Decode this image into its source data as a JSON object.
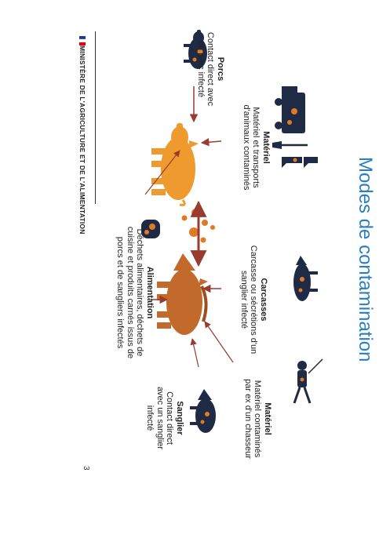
{
  "page": {
    "title": "Modes de contamination",
    "ministry": "MINISTÈRE DE L'AGRICULTURE ET DE L'ALIMENTATION",
    "page_number": "3"
  },
  "blocks": {
    "porcs": {
      "heading": "Porcs",
      "lines": [
        "Contact direct avec",
        "un porc infecté"
      ]
    },
    "materiel1": {
      "heading": "Matériel",
      "lines": [
        "Matériel et transports",
        "d'animaux contaminés"
      ]
    },
    "carcasses": {
      "heading": "Carcasses",
      "lines": [
        "Carcasse ou sécrétions d'un",
        "sanglier infecté"
      ]
    },
    "materiel2": {
      "heading": "Matériel",
      "lines": [
        "Matériel contaminés",
        "par ex d'un chasseur"
      ]
    },
    "sanglier": {
      "heading": "Sanglier",
      "lines": [
        "Contact direct",
        "avec un sanglier",
        "infecté"
      ]
    },
    "alimentation": {
      "heading": "Alimentation",
      "lines": [
        "Déchets alimentaires, déchets de",
        "cuisine et produits carnés issus de",
        "porcs et de sangliers infectés"
      ]
    }
  },
  "colors": {
    "title_blue": "#2a7fc1",
    "arrow_red": "#9b3a2e",
    "pig_orange": "#ef9a2f",
    "boar_brown": "#c26a2c",
    "icon_navy": "#1f2a44",
    "virus_orange": "#e07b24"
  }
}
